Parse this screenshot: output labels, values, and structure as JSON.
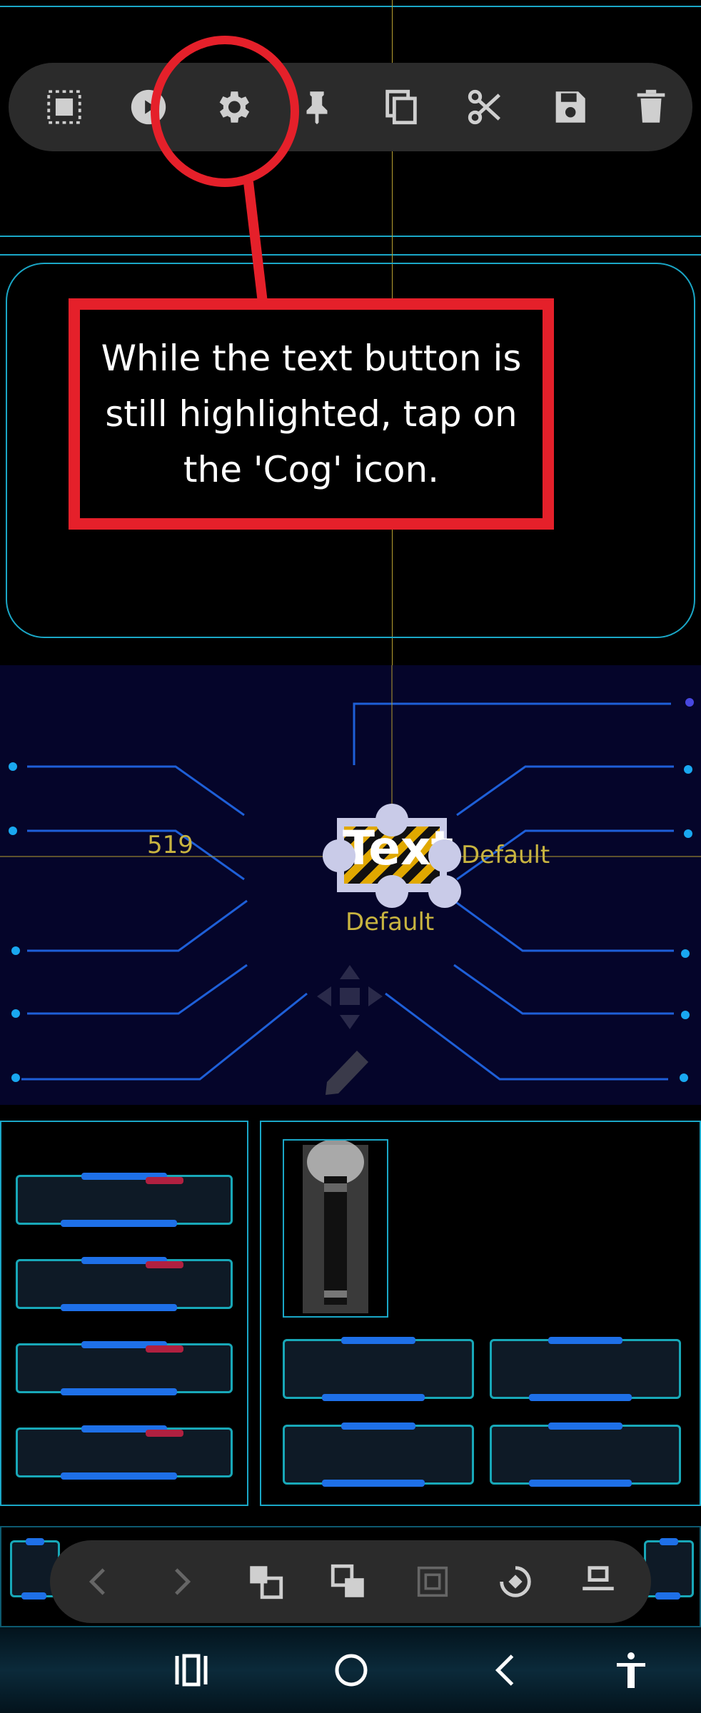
{
  "top_toolbar": {
    "buttons": [
      {
        "name": "select-frame-icon"
      },
      {
        "name": "play-icon"
      },
      {
        "name": "cog-icon"
      },
      {
        "name": "pin-icon"
      },
      {
        "name": "copy-icon"
      },
      {
        "name": "cut-icon"
      },
      {
        "name": "save-icon"
      },
      {
        "name": "delete-icon"
      }
    ]
  },
  "callout": {
    "text": "While the text button is still highlighted, tap on the 'Cog' icon.",
    "color": "#e5202a"
  },
  "canvas": {
    "coordinate_readout": "519",
    "widget_text": "Text",
    "label_right": "Default",
    "label_below": "Default"
  },
  "bottom_toolbar": {
    "buttons": [
      {
        "name": "undo-arrow-icon"
      },
      {
        "name": "redo-arrow-icon"
      },
      {
        "name": "bring-forward-icon"
      },
      {
        "name": "send-backward-icon"
      },
      {
        "name": "group-icon"
      },
      {
        "name": "rotate-icon"
      },
      {
        "name": "align-icon"
      }
    ]
  },
  "nav_bar": {
    "buttons": [
      {
        "name": "recent-apps-icon"
      },
      {
        "name": "home-icon"
      },
      {
        "name": "back-icon"
      },
      {
        "name": "accessibility-icon"
      }
    ]
  },
  "colors": {
    "accent_cyan": "#1aa7c7",
    "accent_blue": "#1e70e8",
    "highlight_red": "#e5202a",
    "label_yellow": "#c8b440"
  }
}
